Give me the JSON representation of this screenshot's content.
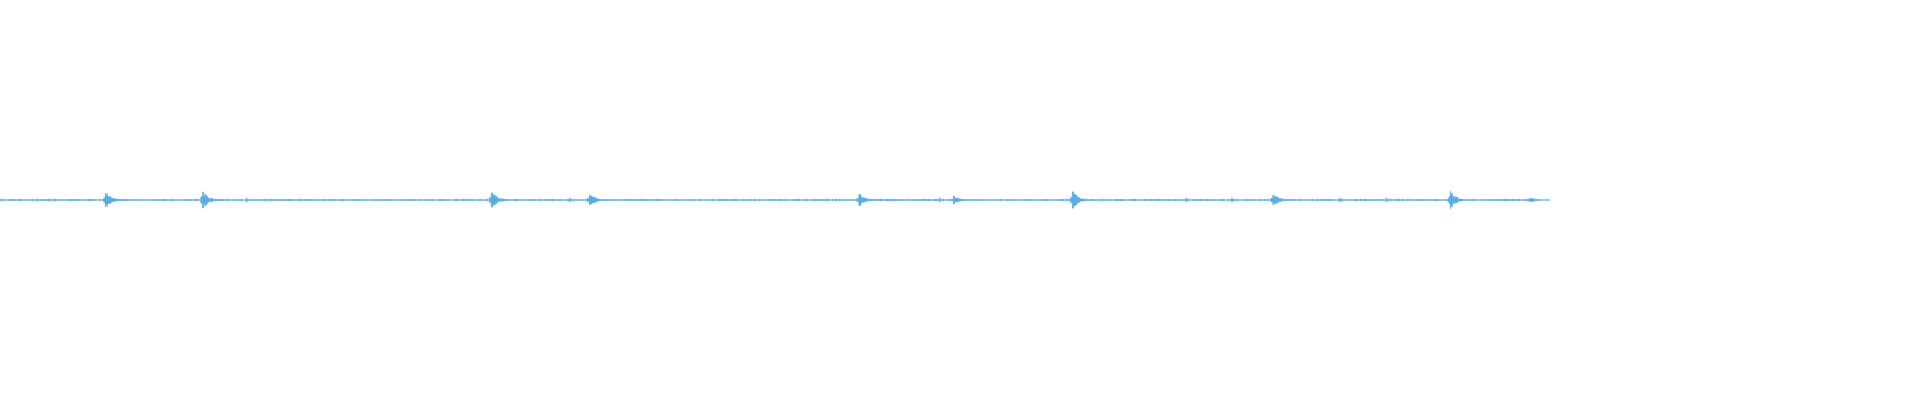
{
  "waveform": {
    "color": "#5aaee3",
    "background": "#ffffff",
    "duration_fraction_filled": 0.8,
    "peaks": [
      {
        "position": 0.0685,
        "amplitude": 0.55
      },
      {
        "position": 0.1316,
        "amplitude": 0.6
      },
      {
        "position": 0.3191,
        "amplitude": 0.65
      },
      {
        "position": 0.3828,
        "amplitude": 0.45
      },
      {
        "position": 0.5578,
        "amplitude": 0.42
      },
      {
        "position": 0.6191,
        "amplitude": 0.28
      },
      {
        "position": 0.6965,
        "amplitude": 0.6
      },
      {
        "position": 0.8266,
        "amplitude": 0.45
      },
      {
        "position": 0.9418,
        "amplitude": 0.58
      },
      {
        "position": 0.9934,
        "amplitude": 0.18
      }
    ]
  }
}
